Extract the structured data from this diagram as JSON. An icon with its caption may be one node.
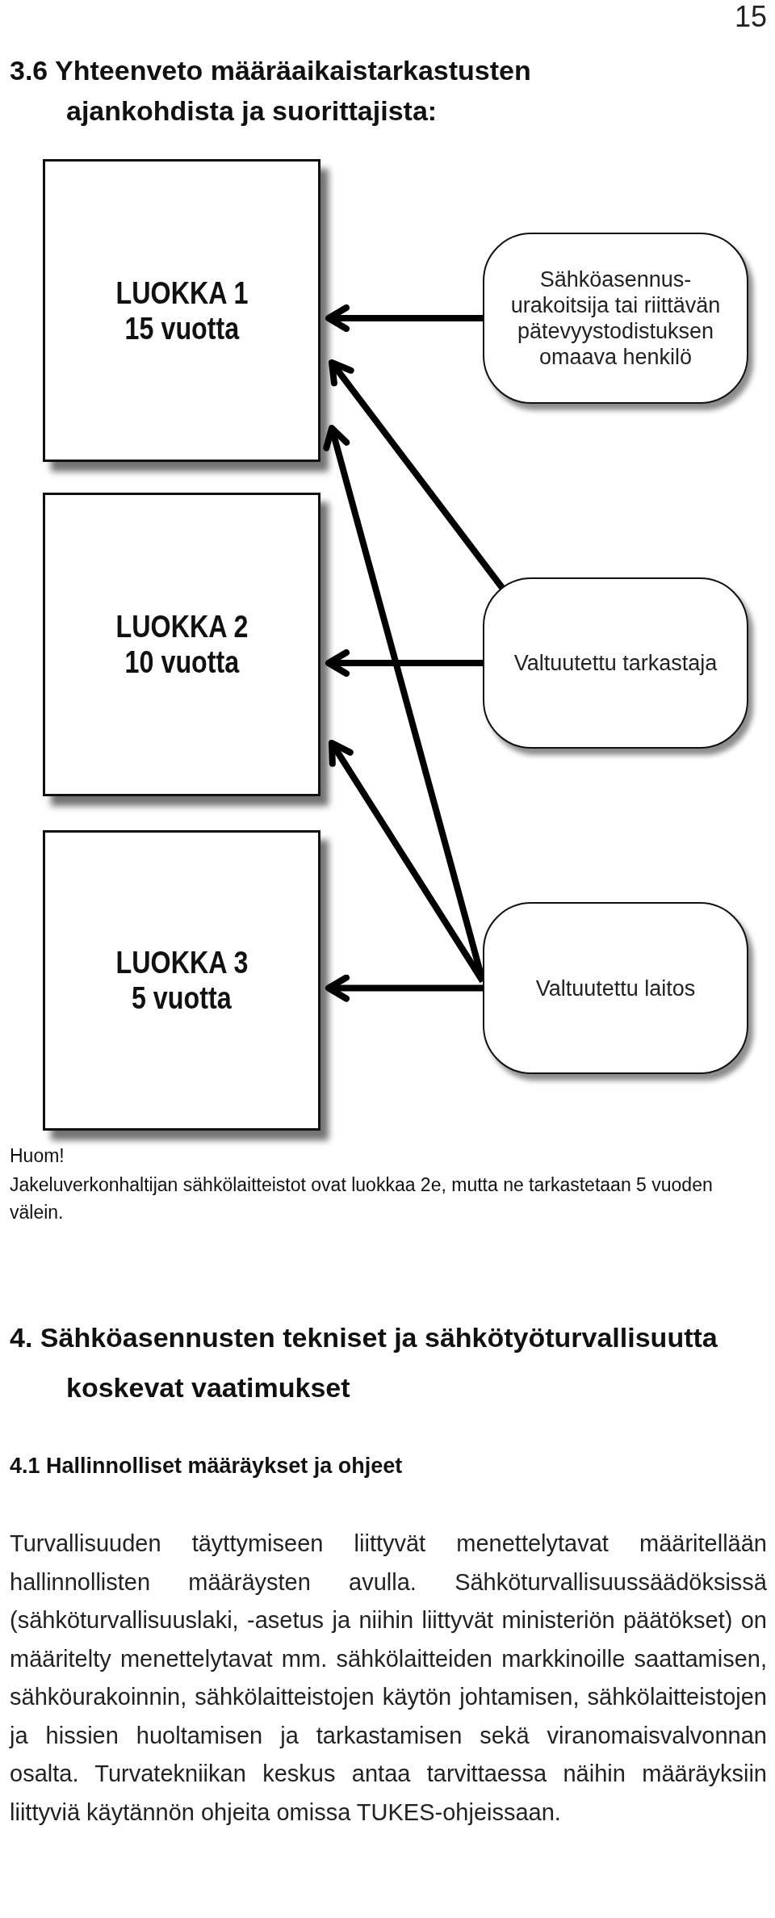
{
  "diagram": {
    "title": "3.6 Yhteenveto määräaikaistarkastusten ajankohdista ja suorittajista:",
    "nodes": [
      {
        "text": [
          "LUOKKA 1",
          "15 vuotta"
        ]
      },
      {
        "text": [
          "LUOKKA 2",
          "10 vuotta"
        ]
      },
      {
        "text": [
          "LUOKKA 3",
          "5 vuotta"
        ]
      },
      {
        "text": [
          "Sähköasennus-urakoitsija tai riittävän pätevyystodistuksen omaava henkilö"
        ]
      },
      {
        "text": [
          "Valtuutettu tarkastaja"
        ]
      },
      {
        "text": [
          "Valtuutettu laitos"
        ]
      }
    ],
    "edges": [
      {
        "from": 3,
        "to": 0,
        "arrow": "to"
      },
      {
        "from": 4,
        "to": 0,
        "arrow": "to"
      },
      {
        "from": 4,
        "to": 1,
        "arrow": "to"
      },
      {
        "from": 5,
        "to": 0,
        "arrow": "to"
      },
      {
        "from": 5,
        "to": 1,
        "arrow": "to"
      },
      {
        "from": 5,
        "to": 2,
        "arrow": "to"
      }
    ],
    "labels": [
      "15",
      "Huom!",
      "Jakeluverkonhaltijan sähkölaitteistot ovat luokkaa 2e, mutta ne tarkastetaan 5 vuoden välein.",
      "4. Sähköasennusten tekniset ja sähkötyöturvallisuutta koskevat vaatimukset",
      "4.1 Hallinnolliset määräykset ja ohjeet",
      "Turvallisuuden täyttymiseen liittyvät menettelytavat määritellään hallinnollisten määräysten avulla. Sähköturvallisuussäädöksissä (sähköturvallisuuslaki, -asetus ja niihin liittyvät ministeriön päätökset) on määritelty menettelytavat mm. sähkölaitteiden markkinoille saattamisen, sähköurakoinnin, sähkölaitteistojen käytön johtamisen, sähkölaitteistojen ja hissien huoltamisen ja tarkastamisen sekä viranomaisvalvonnan osalta. Turvatekniikan keskus antaa tarvittaessa näihin määräyksiin liittyviä käytännön ohjeita omissa TUKES-ohjeissaan."
    ]
  }
}
